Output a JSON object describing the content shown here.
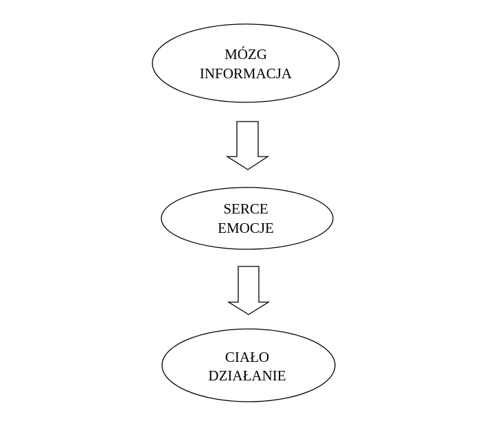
{
  "nodes": [
    {
      "id": "brain",
      "lines": [
        "MÓZG",
        "INFORMACJA"
      ]
    },
    {
      "id": "heart",
      "lines": [
        "SERCE",
        "EMOCJE"
      ]
    },
    {
      "id": "body",
      "lines": [
        "CIAŁO",
        "DZIAŁANIE"
      ]
    }
  ],
  "edges": [
    {
      "from": "brain",
      "to": "heart"
    },
    {
      "from": "heart",
      "to": "body"
    }
  ]
}
